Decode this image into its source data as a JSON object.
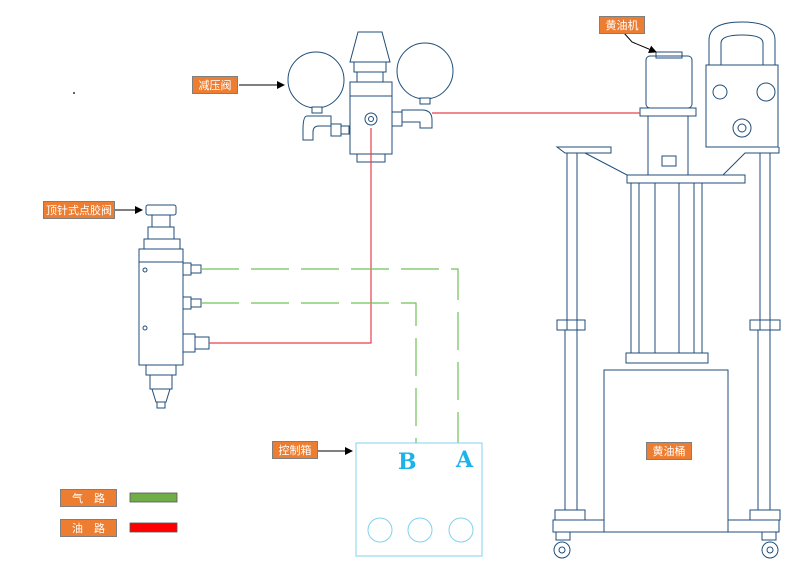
{
  "labels": {
    "pressure_valve": "减压阀",
    "grease_pump": "黄油机",
    "needle_valve": "顶针式点胶阀",
    "control_box": "控制箱",
    "grease_bucket": "黄油桶",
    "air_line": "气　路",
    "oil_line": "油　路"
  },
  "control_box": {
    "port_b": "B",
    "port_a": "A"
  },
  "colors": {
    "outline": "#1f4e79",
    "air_line": "#70c25a",
    "oil_line": "#e8404a",
    "tag_fill": "#ed7d31",
    "control_box_stroke": "#7fd3ee",
    "port_letters": "#1cb3ea",
    "legend_air": "#70ad47",
    "legend_oil": "#ff0000"
  }
}
